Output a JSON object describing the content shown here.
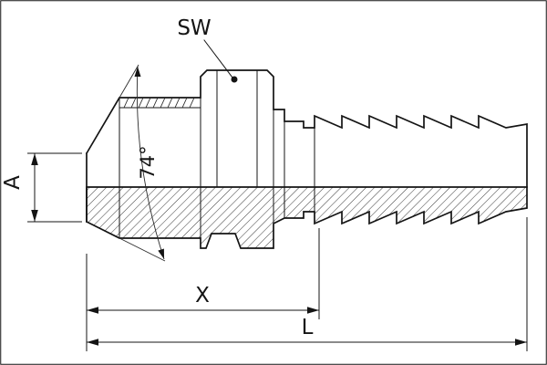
{
  "drawing": {
    "labels": {
      "sw": "SW",
      "a": "A",
      "angle": "74°",
      "x": "X",
      "l": "L"
    },
    "colors": {
      "line": "#141414",
      "background": "#ffffff"
    }
  }
}
